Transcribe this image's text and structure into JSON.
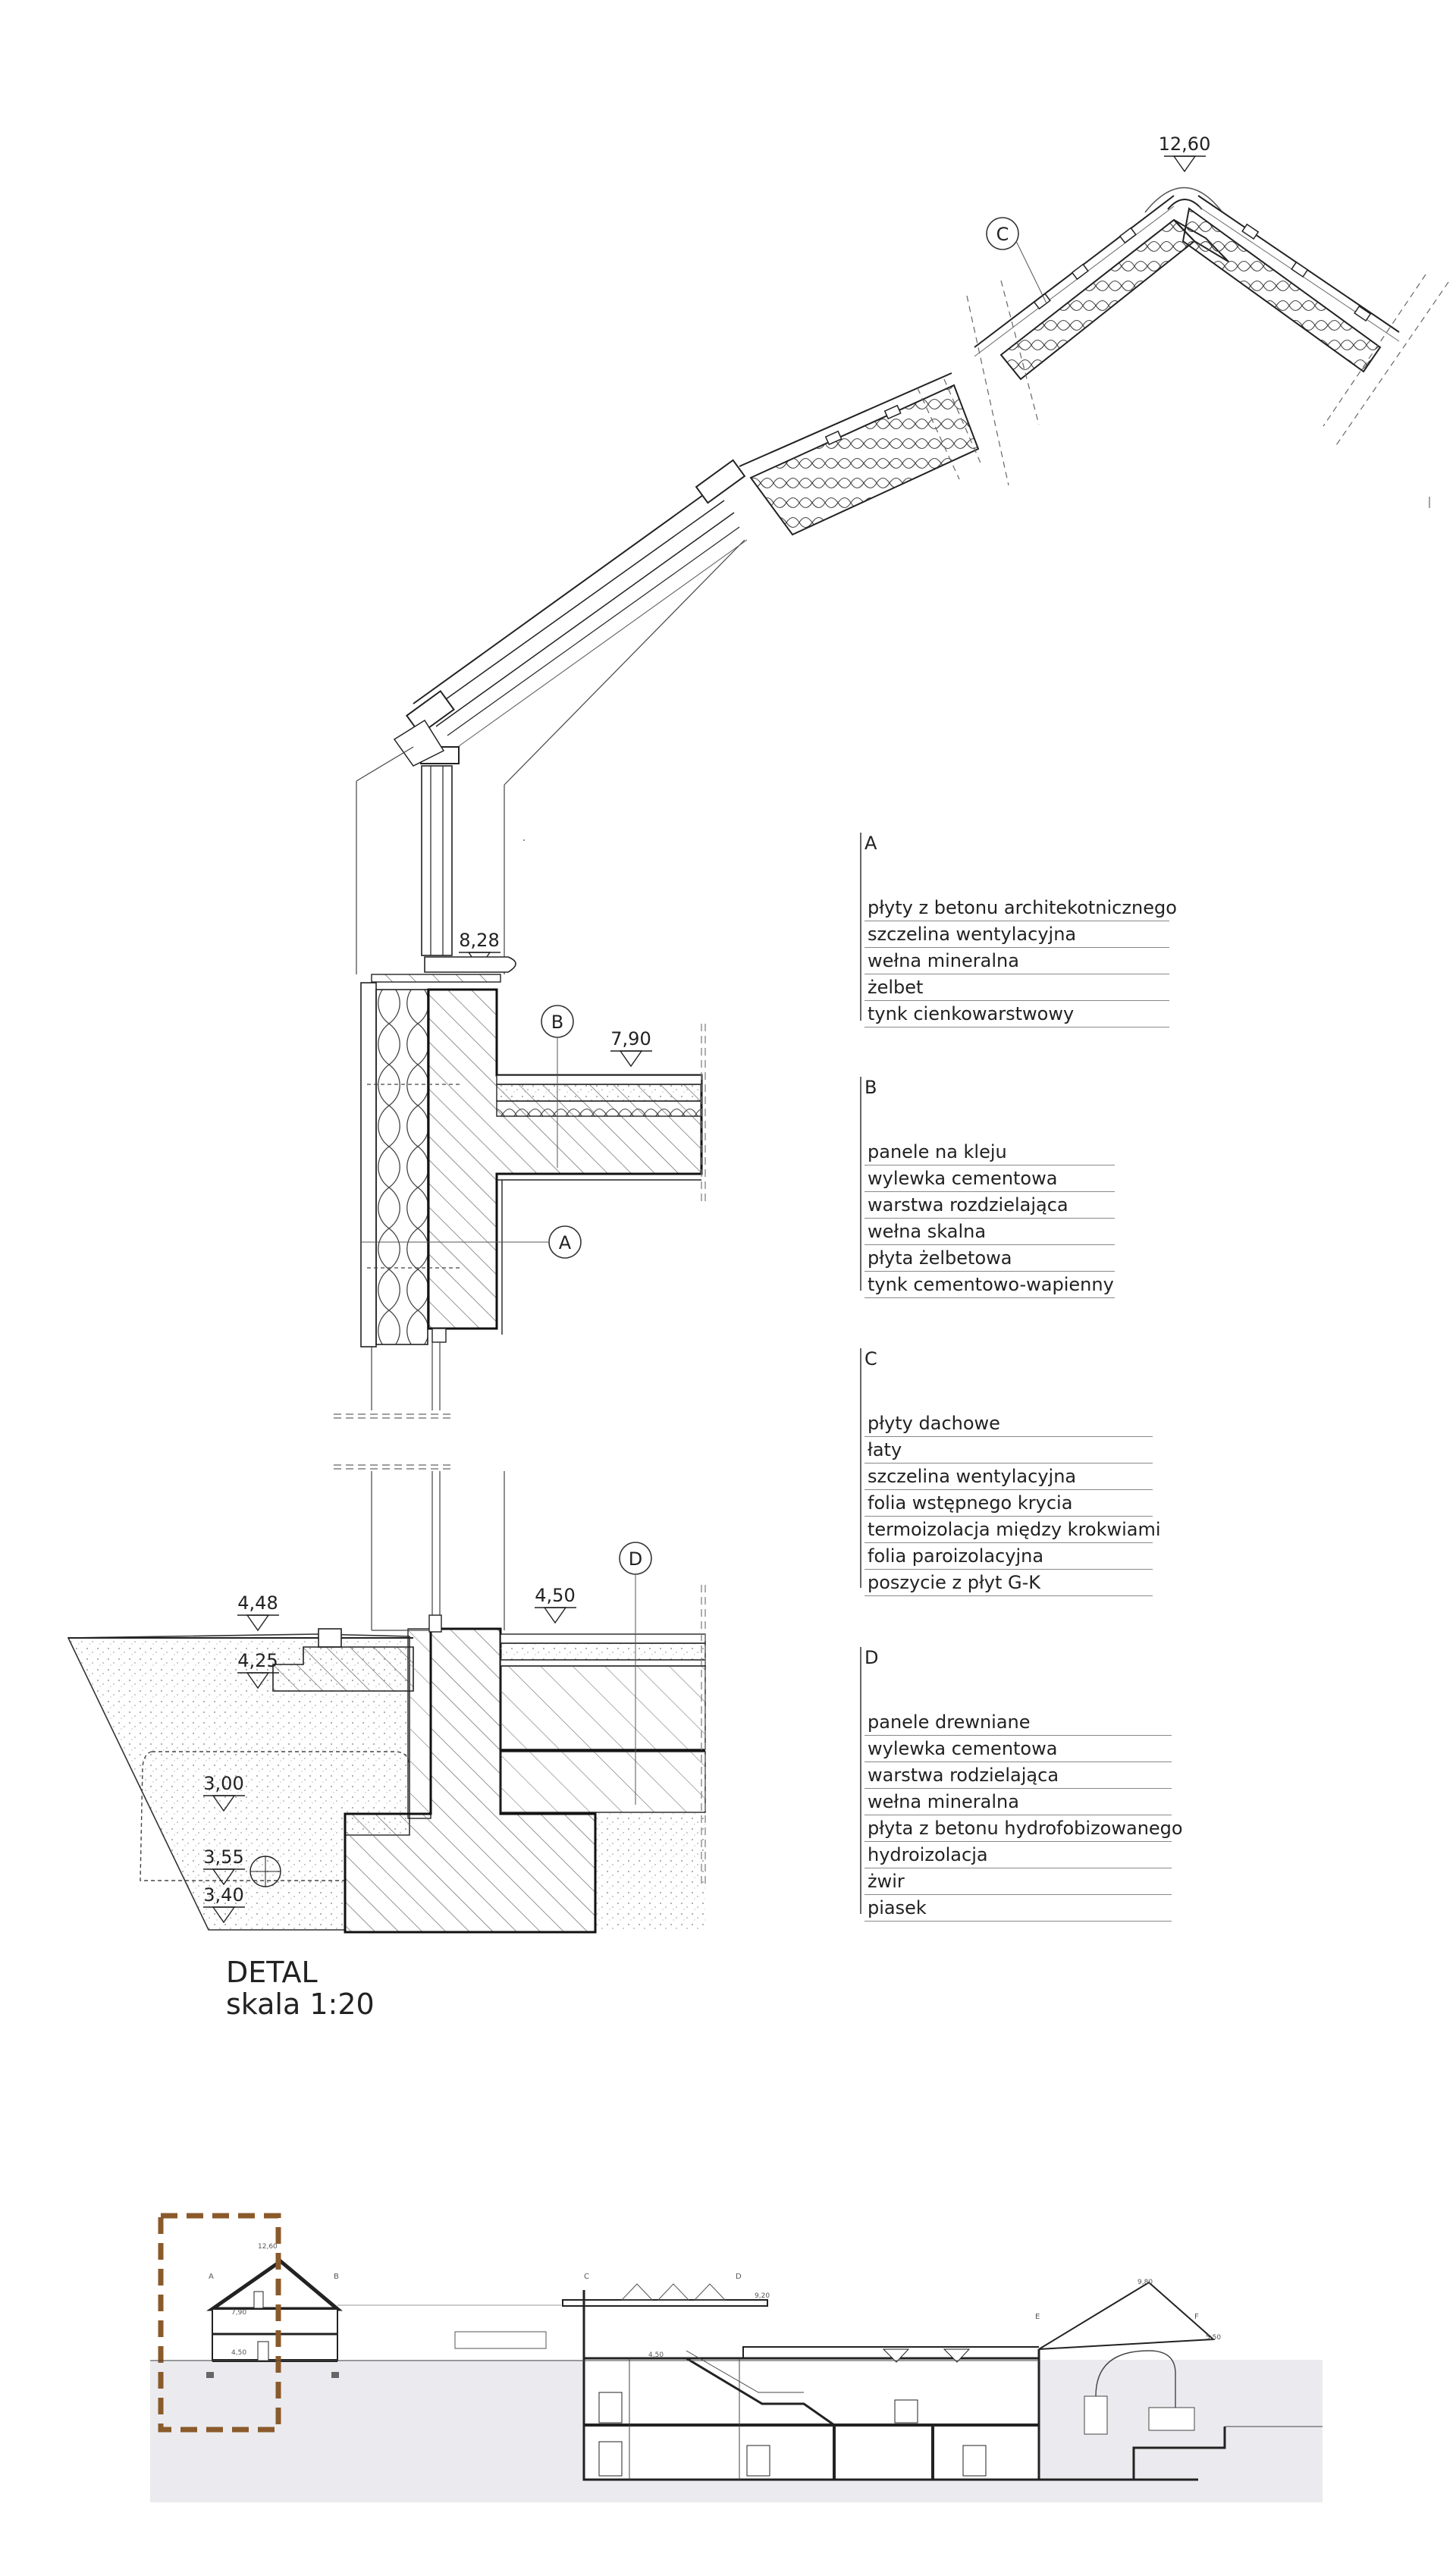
{
  "elevations": {
    "e1260": "12,60",
    "e828": "8,28",
    "e790": "7,90",
    "e448": "4,48",
    "e450": "4,50",
    "e425": "4,25",
    "e300": "3,00",
    "e355": "3,55",
    "e340": "3,40"
  },
  "markers": {
    "a": "A",
    "b": "B",
    "c": "C",
    "d": "D"
  },
  "legend": {
    "A": {
      "letter": "A",
      "items": [
        "płyty z betonu architekotnicznego",
        "szczelina wentylacyjna",
        "wełna mineralna",
        "żelbet",
        "tynk cienkowarstwowy"
      ]
    },
    "B": {
      "letter": "B",
      "items": [
        "panele na kleju",
        "wylewka cementowa",
        "warstwa rozdzielająca",
        "wełna skalna",
        "płyta żelbetowa",
        "tynk cementowo-wapienny"
      ]
    },
    "C": {
      "letter": "C",
      "items": [
        "płyty dachowe",
        "łaty",
        "szczelina wentylacyjna",
        "folia wstępnego krycia",
        "termoizolacja między krokwiami",
        "folia paroizolacyjna",
        "poszycie z płyt G-K"
      ]
    },
    "D": {
      "letter": "D",
      "items": [
        "panele drewniane",
        "wylewka cementowa",
        "warstwa rodzielająca",
        "wełna mineralna",
        "płyta z betonu hydrofobizowanego",
        "hydroizolacja",
        "żwir",
        "piasek"
      ]
    }
  },
  "title": {
    "line1": "DETAL",
    "line2": "skala 1:20"
  },
  "section": {
    "grid": [
      "A",
      "B",
      "C",
      "D",
      "E",
      "F"
    ],
    "levels": {
      "top": "12,60",
      "mid": "7,90",
      "ground": "4,50",
      "roof2": "9,20",
      "right_top": "9,80",
      "right_mid": "5,50"
    }
  },
  "colors": {
    "line": "#222222",
    "hatch": "#555555",
    "highlight": "#8a5a2b",
    "ground": "#ebebef"
  }
}
